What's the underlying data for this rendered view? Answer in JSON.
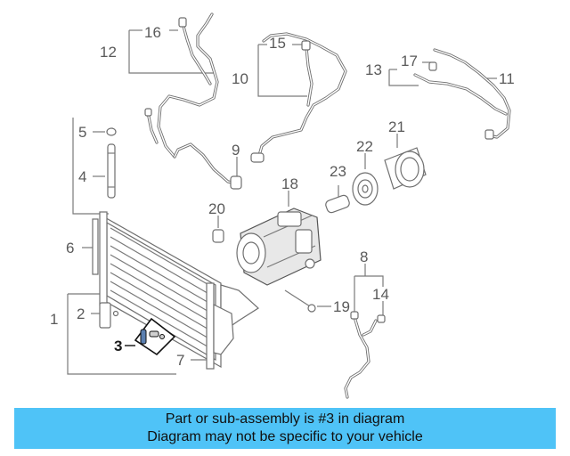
{
  "callouts": {
    "c1": "1",
    "c2": "2",
    "c3": "3",
    "c4": "4",
    "c5": "5",
    "c6": "6",
    "c7": "7",
    "c8": "8",
    "c9": "9",
    "c10": "10",
    "c11": "11",
    "c12": "12",
    "c13": "13",
    "c14": "14",
    "c15": "15",
    "c16": "16",
    "c17": "17",
    "c18": "18",
    "c19": "19",
    "c20": "20",
    "c21": "21",
    "c22": "22",
    "c23": "23"
  },
  "highlighted_part": "3",
  "colors": {
    "banner": "#4fc3f7",
    "lines": "#7a7a7a"
  },
  "banner": {
    "line1": "Part or sub-assembly is #3 in diagram",
    "line2": "Diagram may not be specific to your vehicle"
  }
}
